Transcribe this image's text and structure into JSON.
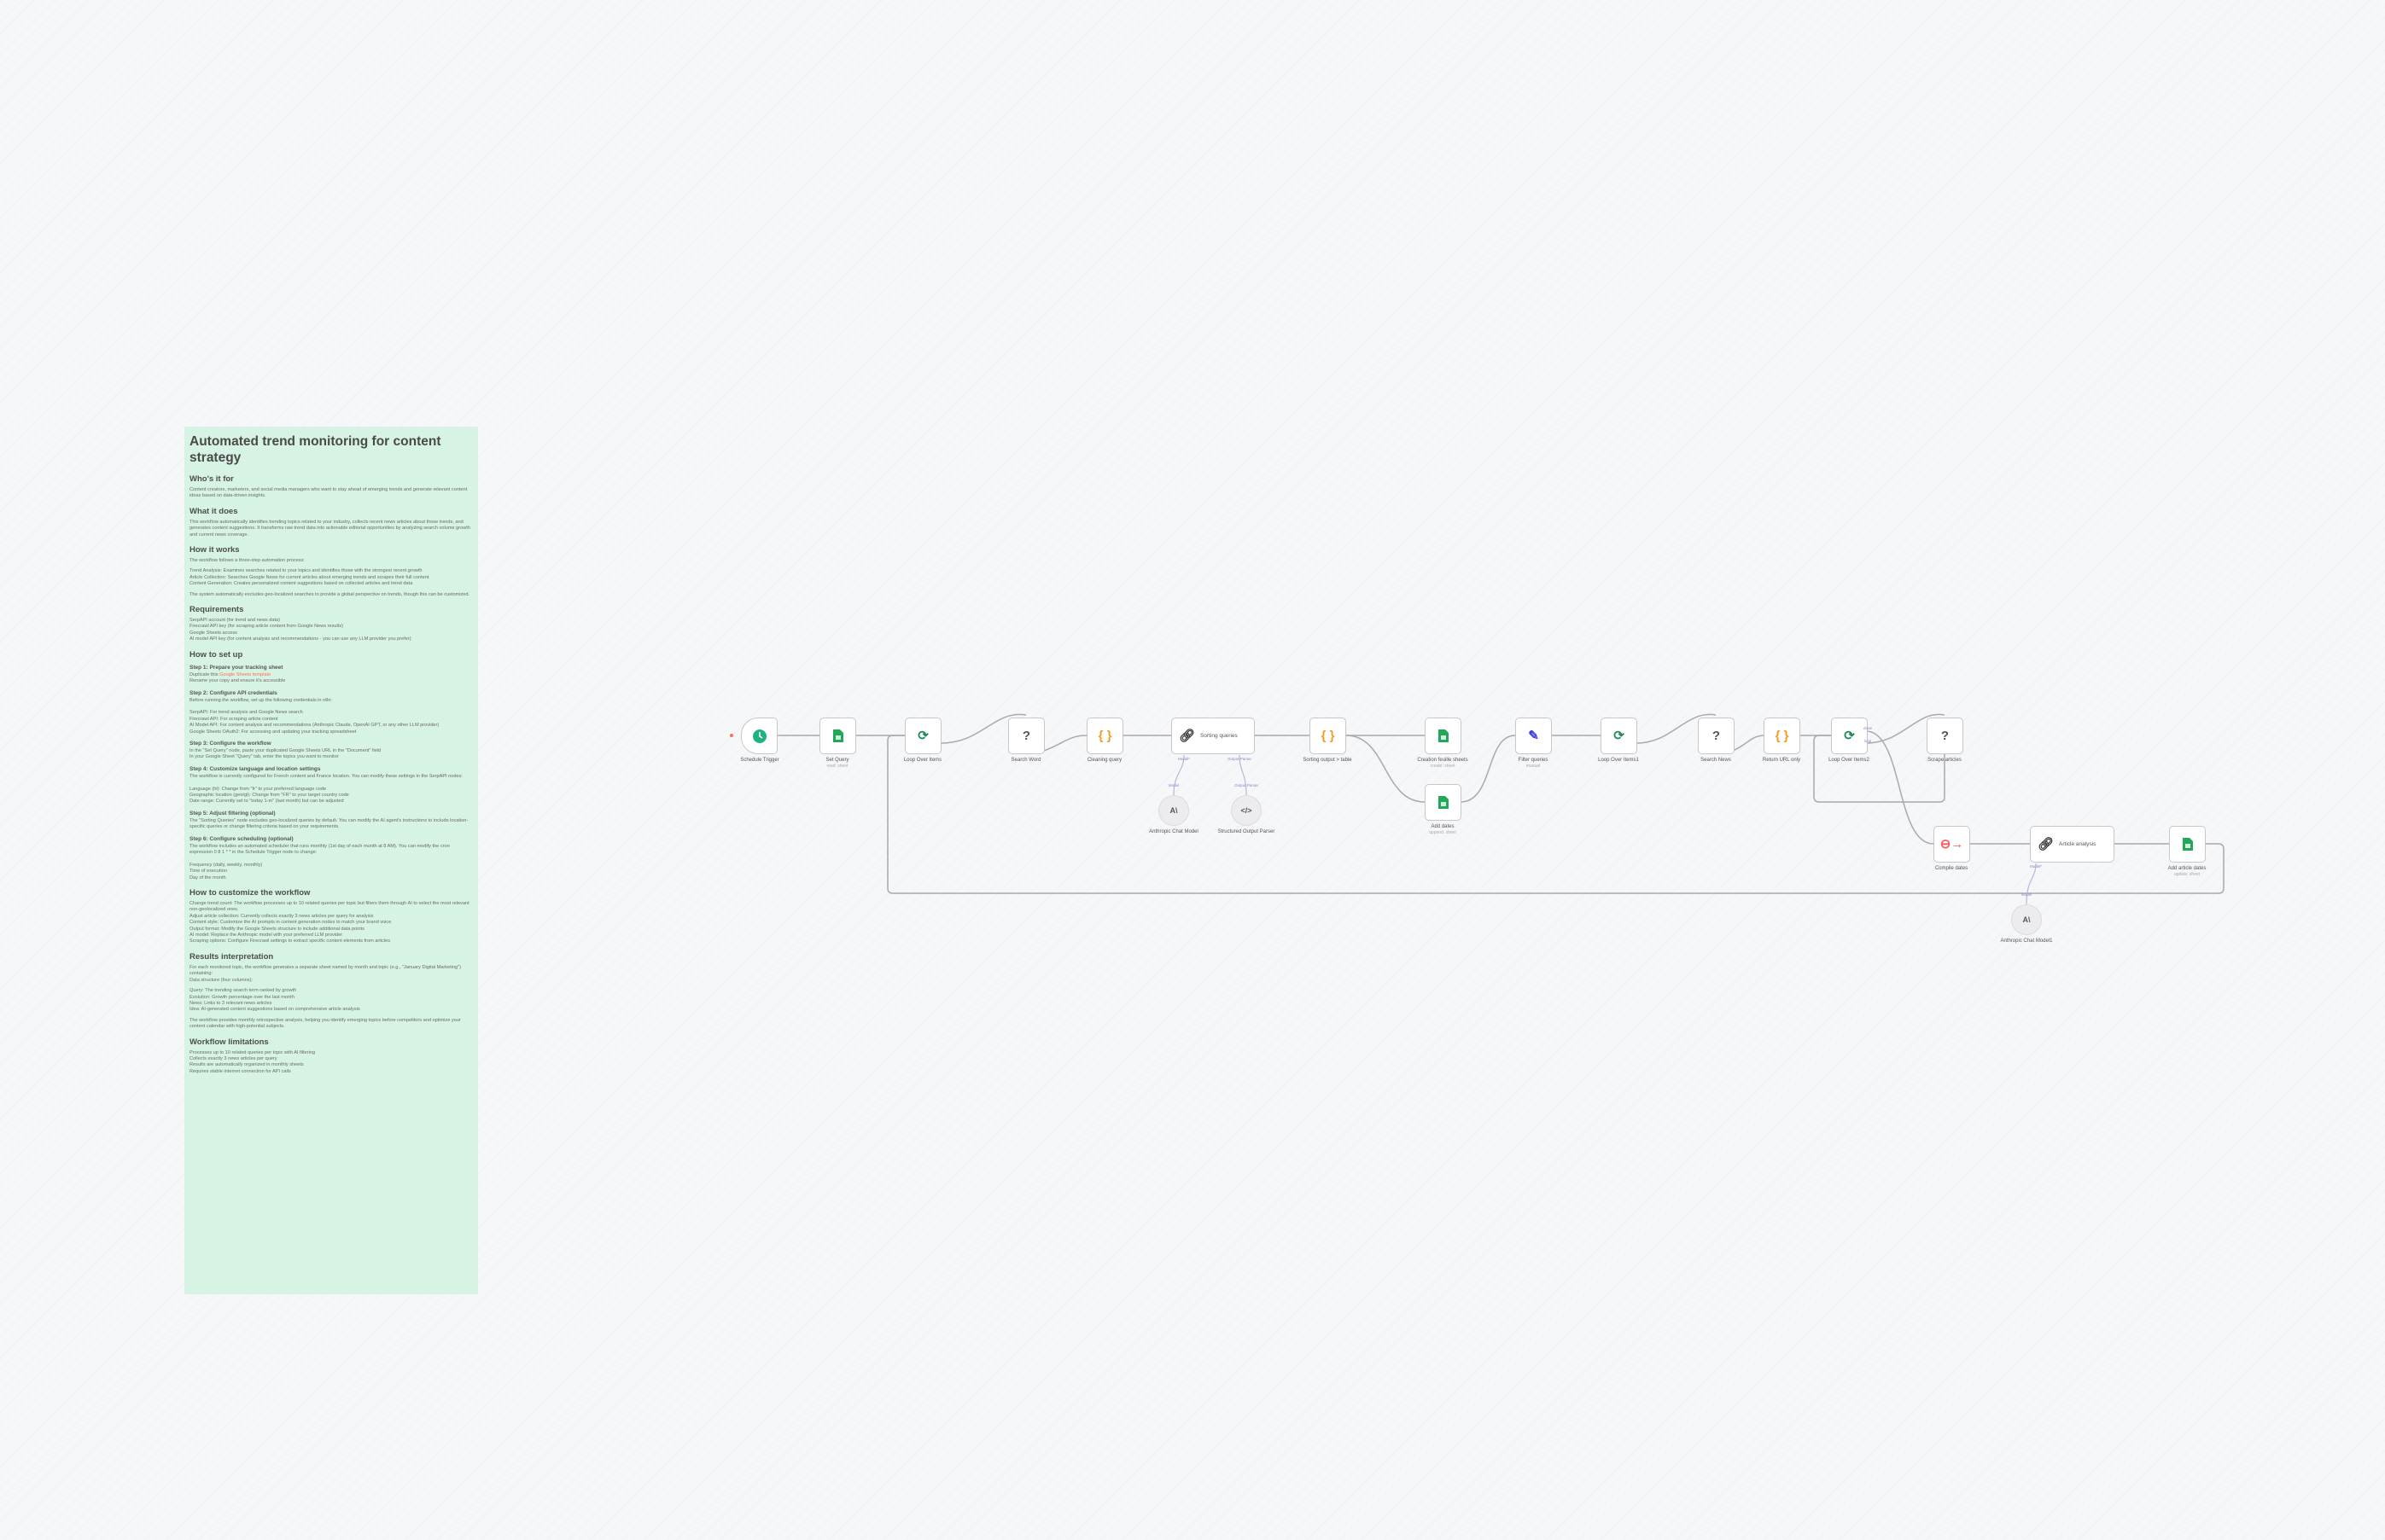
{
  "sticky_note": {
    "title": "Automated trend monitoring for content strategy",
    "sections": [
      {
        "heading": "Who's it for",
        "paragraphs": [
          "Content creators, marketers, and social media managers who want to stay ahead of emerging trends and generate relevant content ideas based on data-driven insights."
        ]
      },
      {
        "heading": "What it does",
        "paragraphs": [
          "This workflow automatically identifies trending topics related to your industry, collects recent news articles about those trends, and generates content suggestions. It transforms raw trend data into actionable editorial opportunities by analyzing search volume growth and current news coverage."
        ]
      },
      {
        "heading": "How it works",
        "paragraphs": [
          "The workflow follows a three-step automation process:",
          "Trend Analysis: Examines searches related to your topics and identifies those with the strongest recent growth\nArticle Collection: Searches Google News for current articles about emerging trends and scrapes their full content\nContent Generation: Creates personalized content suggestions based on collected articles and trend data",
          "The system automatically excludes geo-localized searches to provide a global perspective on trends, though this can be customized."
        ]
      },
      {
        "heading": "Requirements",
        "paragraphs": [
          "SerpAPI account (for trend and news data)\nFirecrawl API key (for scraping article content from Google News results)\nGoogle Sheets access\nAI model API key (for content analysis and recommendations - you can use any LLM provider you prefer)"
        ]
      }
    ],
    "setup": {
      "heading": "How to set up",
      "steps": [
        {
          "title": "Step 1: Prepare your tracking sheet",
          "prefix": "Duplicate this ",
          "link": "Google Sheets template",
          "rest": "\nRename your copy and ensure it's accessible"
        },
        {
          "title": "Step 2: Configure API credentials",
          "text": "Before running the workflow, set up the following credentials in n8n:\n\nSerpAPI: For trend analysis and Google News search\nFirecrawl API: For scraping article content\nAI Model API: For content analysis and recommendations (Anthropic Claude, OpenAI GPT, or any other LLM provider)\nGoogle Sheets OAuth2: For accessing and updating your tracking spreadsheet"
        },
        {
          "title": "Step 3: Configure the workflow",
          "text": "In the \"Set Query\" node, paste your duplicated Google Sheets URL in the \"Document\" field\nIn your Google Sheet \"Query\" tab, enter the topics you want to monitor"
        },
        {
          "title": "Step 4: Customize language and location settings",
          "text": "The workflow is currently configured for French content and France location. You can modify these settings in the SerpAPI nodes:\n\nLanguage (hl): Change from \"fr\" to your preferred language code\nGeographic location (geo/gl): Change from \"FR\" to your target country code\nDate range: Currently set to \"today 1-m\" (last month) but can be adjusted"
        },
        {
          "title": "Step 5: Adjust filtering (optional)",
          "text": "The \"Sorting Queries\" node excludes geo-localized queries by default. You can modify the AI agent's instructions to include location-specific queries or change filtering criteria based on your requirements."
        },
        {
          "title": "Step 6: Configure scheduling (optional)",
          "text": "The workflow includes an automated scheduler that runs monthly (1st day of each month at 8 AM). You can modify the cron expression 0 8 1 * * in the Schedule Trigger node to change:\n\nFrequency (daily, weekly, monthly)\nTime of execution\nDay of the month"
        }
      ]
    },
    "customize": {
      "heading": "How to customize the workflow",
      "text": "Change trend count: The workflow processes up to 10 related queries per topic but filters them through AI to select the most relevant non-geolocalized ones.\nAdjust article collection: Currently collects exactly 3 news articles per query for analysis\nContent style: Customize the AI prompts in content generation nodes to match your brand voice\nOutput format: Modify the Google Sheets structure to include additional data points\nAI model: Replace the Anthropic model with your preferred LLM provider\nScraping options: Configure Firecrawl settings to extract specific content elements from articles"
    },
    "results": {
      "heading": "Results interpretation",
      "paragraphs": [
        "For each monitored topic, the workflow generates a separate sheet named by month and topic (e.g., \"January Digital Marketing\") containing:\nData structure (four columns):",
        "Query: The trending search term ranked by growth\nEvolution: Growth percentage over the last month\nNews: Links to 3 relevant news articles\nIdea: AI-generated content suggestions based on comprehensive article analysis",
        "The workflow provides monthly retrospective analysis, helping you identify emerging topics before competitors and optimize your content calendar with high-potential subjects."
      ]
    },
    "limitations": {
      "heading": "Workflow limitations",
      "text": "Processes up to 10 related queries per topic with AI filtering\nCollects exactly 3 news articles per query\nResults are automatically organized in monthly sheets\nRequires stable internet connection for API calls"
    }
  },
  "workflow": {
    "nodes": {
      "schedule_trigger": {
        "label": "Schedule Trigger",
        "icon": "clock-icon"
      },
      "set_query": {
        "label": "Set Query",
        "subtitle": "read: sheet",
        "icon": "google-sheets-icon"
      },
      "loop1": {
        "label": "Loop Over Items",
        "icon": "loop-icon"
      },
      "search_word": {
        "label": "Search Word",
        "icon": "question-icon"
      },
      "cleaning_query": {
        "label": "Cleaning query",
        "icon": "code-braces-icon"
      },
      "sorting_queries": {
        "label": "Sorting queries",
        "icon": "chain-link-icon",
        "port_model": "Model*",
        "port_parser": "Output Parser"
      },
      "sorting_output": {
        "label": "Sorting output > table",
        "icon": "code-braces-icon"
      },
      "creation_sheet": {
        "label": "Creation feuille sheets",
        "subtitle": "create: sheet",
        "icon": "google-sheets-icon"
      },
      "add_dates": {
        "label": "Add dates",
        "subtitle": "append: sheet",
        "icon": "google-sheets-icon"
      },
      "filter_queries": {
        "label": "Filter queries",
        "subtitle": "manual",
        "icon": "pencil-icon"
      },
      "loop2": {
        "label": "Loop Over Items1",
        "icon": "loop-icon"
      },
      "search_news": {
        "label": "Search News",
        "icon": "question-icon"
      },
      "return_url": {
        "label": "Return URL only",
        "icon": "code-braces-icon"
      },
      "loop3": {
        "label": "Loop Over Items2",
        "icon": "loop-icon"
      },
      "scrape_articles": {
        "label": "Scrape articles",
        "icon": "question-icon"
      },
      "compile_dates": {
        "label": "Compile dates",
        "icon": "compile-icon"
      },
      "article_analysis": {
        "label": "Article analysis",
        "icon": "chain-link-icon",
        "port_model": "Model*"
      },
      "add_article_dates": {
        "label": "Add article dates",
        "subtitle": "update: sheet",
        "icon": "google-sheets-icon"
      },
      "anthropic1": {
        "label": "Anthropic Chat Model",
        "port": "Model"
      },
      "parser": {
        "label": "Structured Output Parser",
        "port": "Output Parser"
      },
      "anthropic2": {
        "label": "Anthropic Chat Model1",
        "port": "Model"
      }
    },
    "loop_port_labels": {
      "done": "done",
      "loop": "loop"
    },
    "colors": {
      "sheets": "#23a85a",
      "loop": "#1f8a55",
      "code": "#f59a23",
      "pencil": "#3b3fe0",
      "compile": "#f05a5a",
      "ai_port": "#8a86c9",
      "edge": "#a9a9ae",
      "sticky": "#d6f3e3"
    }
  }
}
